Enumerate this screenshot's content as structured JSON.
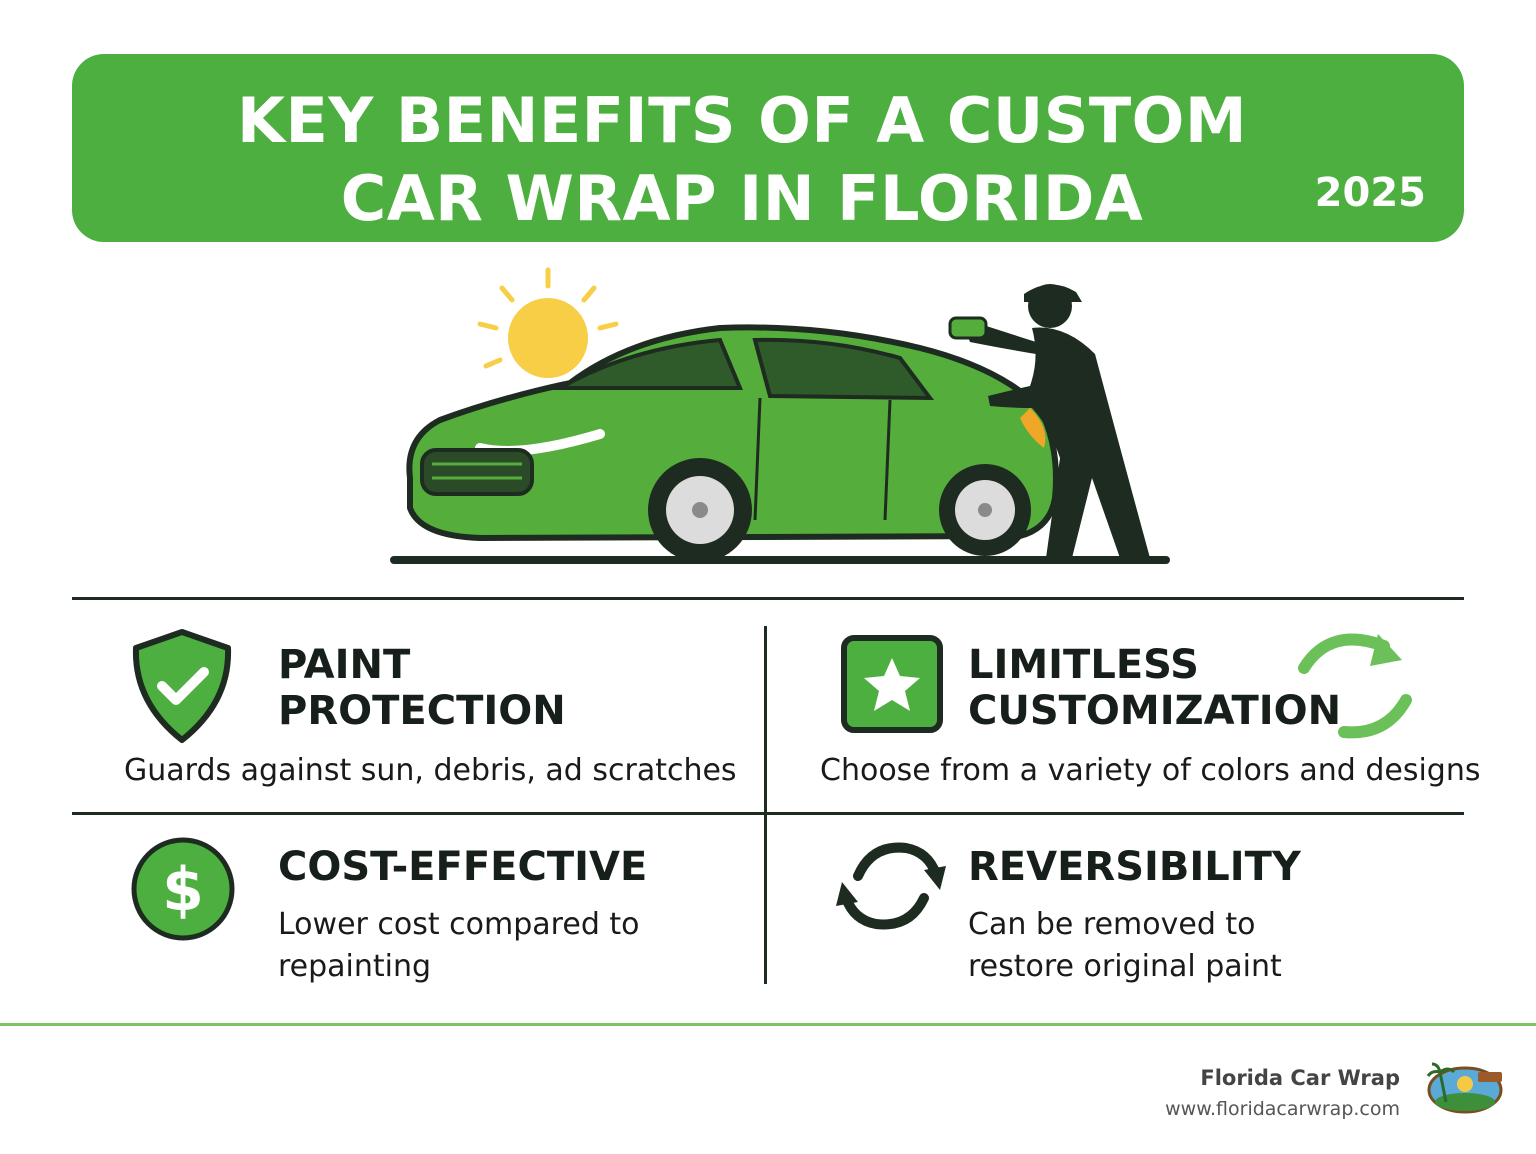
{
  "header": {
    "title": "KEY BENEFITS OF A CUSTOM CAR WRAP IN FLORIDA",
    "year": "2025"
  },
  "hero": {
    "icons": [
      "sun-icon",
      "car-icon",
      "installer-figure-icon"
    ],
    "colors": {
      "car": "#55ad3b",
      "sun": "#f7ce46",
      "figure": "#1e2b21"
    }
  },
  "benefits": [
    {
      "title": "PAINT PROTECTION",
      "description": "Guards against sun, debris, ad scratches",
      "icon": "shield-check-icon"
    },
    {
      "title": "LIMITLESS CUSTOMIZATION",
      "description": "Choose from a variety of colors and designs",
      "icon": "star-icon"
    },
    {
      "title": "COST-EFFECTIVE",
      "description": "Lower cost compared to repainting",
      "icon": "dollar-icon"
    },
    {
      "title": "REVERSIBILITY",
      "description": "Can be removed to restore original paint",
      "icon": "refresh-icon"
    }
  ],
  "footer": {
    "brand": "Florida Car Wrap",
    "url": "www.floridacarwrap.com"
  },
  "colors": {
    "accent": "#4caf3f",
    "dark": "#1d2b21",
    "footer_line": "#7cc46a"
  }
}
